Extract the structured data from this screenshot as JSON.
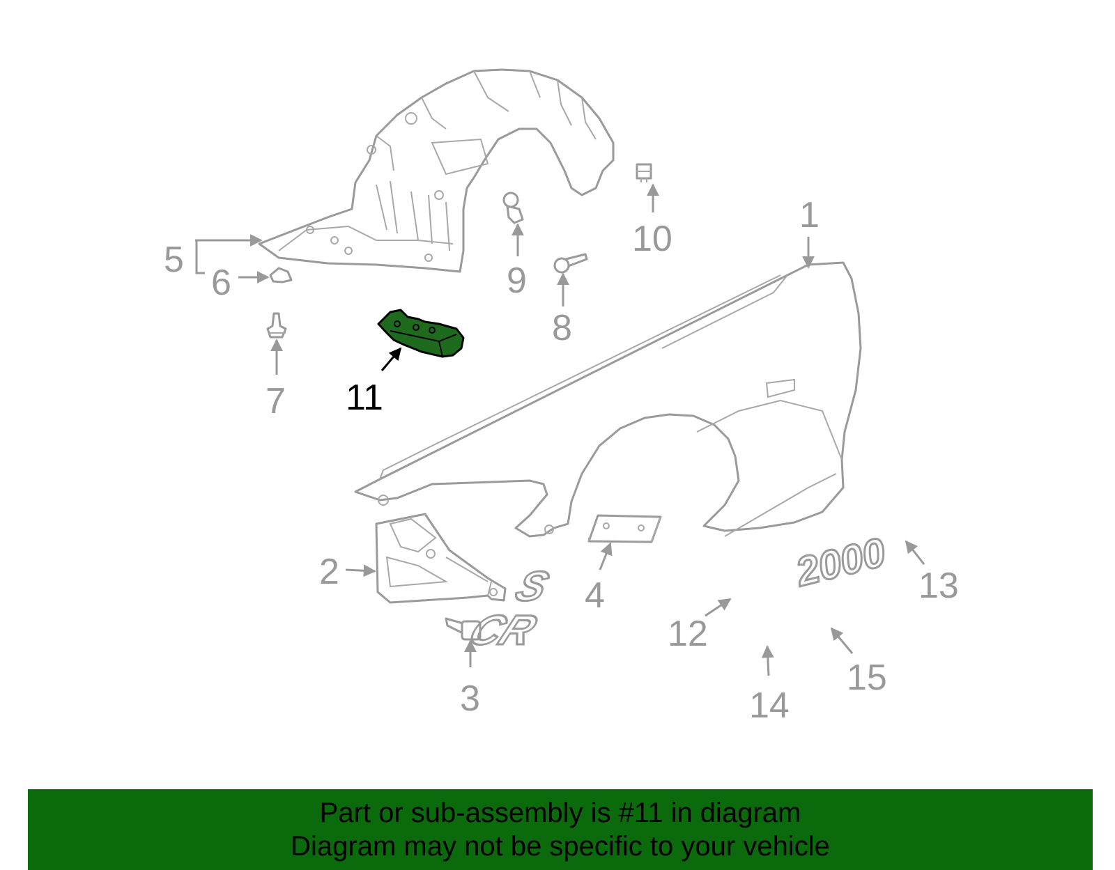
{
  "diagram": {
    "highlighted_part": "11",
    "highlight_color": "#1e6b1e",
    "callouts": [
      "1",
      "2",
      "3",
      "4",
      "5",
      "6",
      "7",
      "8",
      "9",
      "10",
      "11",
      "12",
      "13",
      "14",
      "15"
    ],
    "emblems": {
      "model": "S 2000",
      "letter": "S",
      "number": "2000",
      "trim": "CR"
    }
  },
  "footer": {
    "background_color": "#0b6a0b",
    "line1": "Part or sub-assembly is #11 in diagram",
    "line2": "Diagram may not be specific to your vehicle"
  }
}
